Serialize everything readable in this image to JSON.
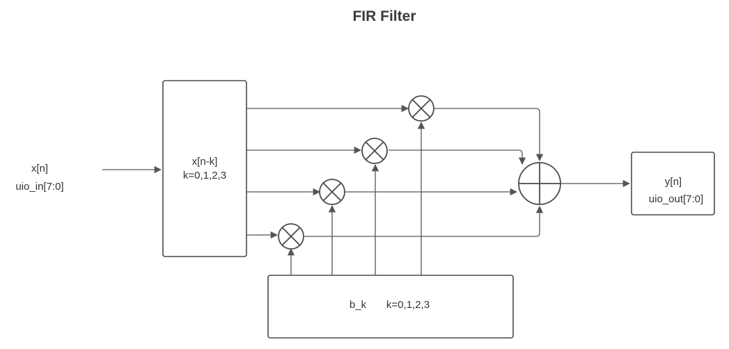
{
  "title": "FIR Filter",
  "input": {
    "line1": "x[n]",
    "line2": "uio_in[7:0]"
  },
  "delay_block": {
    "line1": "x[n-k]",
    "line2": "k=0,1,2,3"
  },
  "coeff_block": {
    "name": "b_k",
    "range": "k=0,1,2,3"
  },
  "output_block": {
    "line1": "y[n]",
    "line2": "uio_out[7:0]"
  },
  "multipliers": [
    "multiply-node",
    "multiply-node",
    "multiply-node",
    "multiply-node"
  ],
  "summer": "sum-node",
  "colors": {
    "stroke": "#4a4a4a",
    "text": "#333333"
  }
}
